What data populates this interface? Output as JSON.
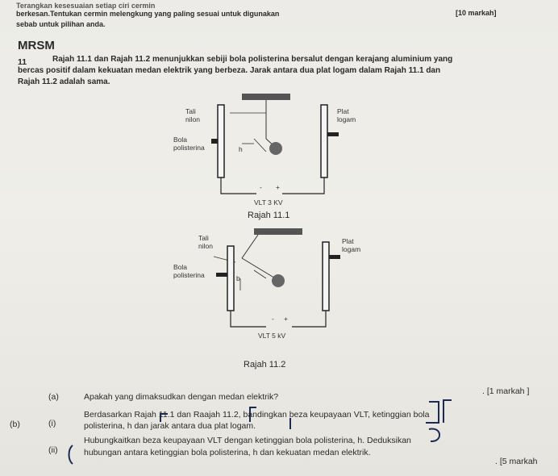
{
  "header": {
    "line1": "Terangkan kesesuaian setiap ciri cermin",
    "line2": "berkesan.Tentukan cermin melengkung yang paling sesuai untuk digunakan",
    "line3": "sebab untuk pilihan anda.",
    "marks": "[10 markah]"
  },
  "question": {
    "source": "MRSM",
    "number": "11",
    "intro_line1": "Rajah 11.1 dan Rajah 11.2 menunjukkan sebiji bola polisterina bersalut dengan kerajang aluminium yang",
    "intro_line2": "bercas positif dalam kekuatan medan elektrik yang berbeza. Jarak antara dua plat logam dalam Rajah 11.1 dan",
    "intro_line3": "Rajah 11.2 adalah sama."
  },
  "diagram1": {
    "label_thread_1": "Tali",
    "label_thread_2": "nilon",
    "label_plate_1": "Plat",
    "label_plate_2": "logam",
    "label_ball_1": "Bola",
    "label_ball_2": "polisterina",
    "label_h": "h",
    "label_supply": "VLT 3 KV",
    "minus": "-",
    "plus": "+",
    "caption": "Rajah 11.1"
  },
  "diagram2": {
    "label_thread_1": "Tali",
    "label_thread_2": "nilon",
    "label_plate_1": "Plat",
    "label_plate_2": "logam",
    "label_ball_1": "Bola",
    "label_ball_2": "polisterina",
    "label_h": "b",
    "label_supply": "VLT 5 kV",
    "minus": "-",
    "plus": "+",
    "caption": "Rajah 11.2"
  },
  "parts": {
    "a_label": "(a)",
    "a_text": "Apakah yang dimaksudkan dengan medan elektrik?",
    "a_marks": ". [1 markah ]",
    "b_label": "(b)",
    "bi_label": "(i)",
    "bi_text_line1": "Berdasarkan Rajah 11.1 dan Raajah 11.2, bandingkan beza keupayaan VLT, ketinggian bola",
    "bi_text_line2": "polisterina, h dan jarak antara dua plat logam.",
    "bii_label": "(ii)",
    "bii_text_line1": "Hubungkaitkan beza keupayaan VLT dengan ketinggian bola polisterina, h. Deduksikan",
    "bii_text_line2": "hubungan antara ketinggian bola polisterina, h dan kekuatan medan elektrik.",
    "bii_marks": ". [5 markah"
  }
}
